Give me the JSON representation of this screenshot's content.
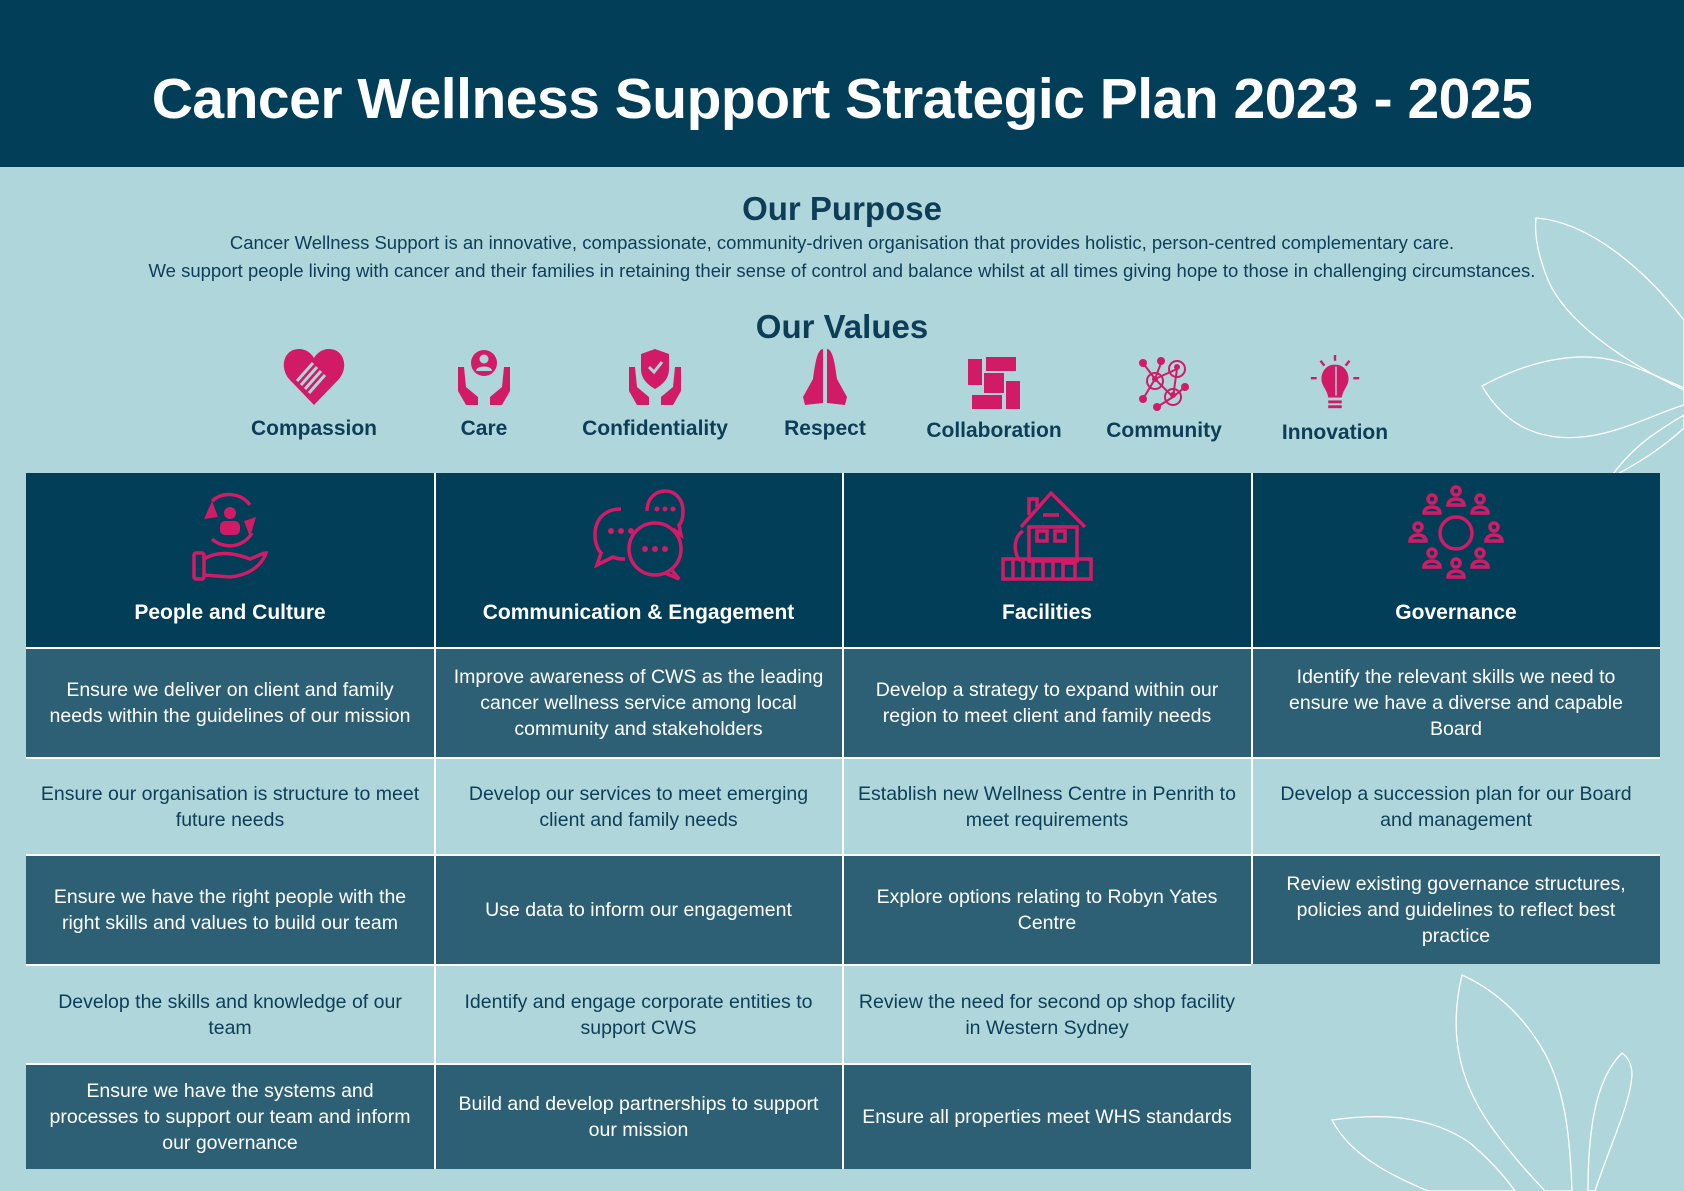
{
  "header": {
    "title": "Cancer Wellness Support Strategic Plan 2023 - 2025"
  },
  "purpose": {
    "heading": "Our Purpose",
    "lines": [
      "Cancer Wellness Support is an innovative, compassionate, community-driven organisation that provides holistic, person-centred complementary care.",
      "We support people living with cancer and their families in retaining their sense of control and balance whilst at all times giving hope to those in challenging circumstances."
    ]
  },
  "values": {
    "heading": "Our Values",
    "items": [
      {
        "label": "Compassion",
        "icon": "heart-handshake-icon"
      },
      {
        "label": "Care",
        "icon": "hands-person-icon"
      },
      {
        "label": "Confidentiality",
        "icon": "hands-shield-icon"
      },
      {
        "label": "Respect",
        "icon": "praying-hands-icon"
      },
      {
        "label": "Collaboration",
        "icon": "four-hands-icon"
      },
      {
        "label": "Community",
        "icon": "network-people-icon"
      },
      {
        "label": "Innovation",
        "icon": "lightbulb-brain-icon"
      }
    ]
  },
  "colors": {
    "banner": "#023e58",
    "background": "#afd6db",
    "dark_cell": "#2d6074",
    "accent_icon": "#d11b67",
    "text_dark": "#0d3d57"
  },
  "pillars": [
    {
      "title": "People and Culture",
      "icon": "person-cycle-hand-icon",
      "goals": [
        "Ensure we deliver on client and family needs within the guidelines of our mission",
        "Ensure our organisation is structure to meet future needs",
        "Ensure we have the right people with the right skills and values to build our team",
        "Develop the skills and knowledge of our team",
        "Ensure we have the systems and processes to support our team and inform our governance"
      ]
    },
    {
      "title": "Communication & Engagement",
      "icon": "speech-bubbles-icon",
      "goals": [
        "Improve awareness of CWS as the leading cancer wellness service among local community and stakeholders",
        "Develop our services to meet emerging client and family needs",
        "Use data to inform our engagement",
        "Identify and engage corporate entities to support CWS",
        "Build and develop partnerships to support our mission"
      ]
    },
    {
      "title": "Facilities",
      "icon": "house-icon",
      "goals": [
        "Develop a strategy to expand within our region to meet client and family needs",
        "Establish new Wellness Centre in Penrith to meet requirements",
        "Explore options relating to Robyn Yates Centre",
        "Review the need for second op shop facility in Western Sydney",
        "Ensure all properties meet WHS standards"
      ]
    },
    {
      "title": "Governance",
      "icon": "board-table-icon",
      "goals": [
        "Identify the relevant skills we need to ensure we have a diverse and capable Board",
        "Develop a succession plan for our Board and management",
        "Review existing governance structures, policies and guidelines to reflect best practice"
      ]
    }
  ]
}
